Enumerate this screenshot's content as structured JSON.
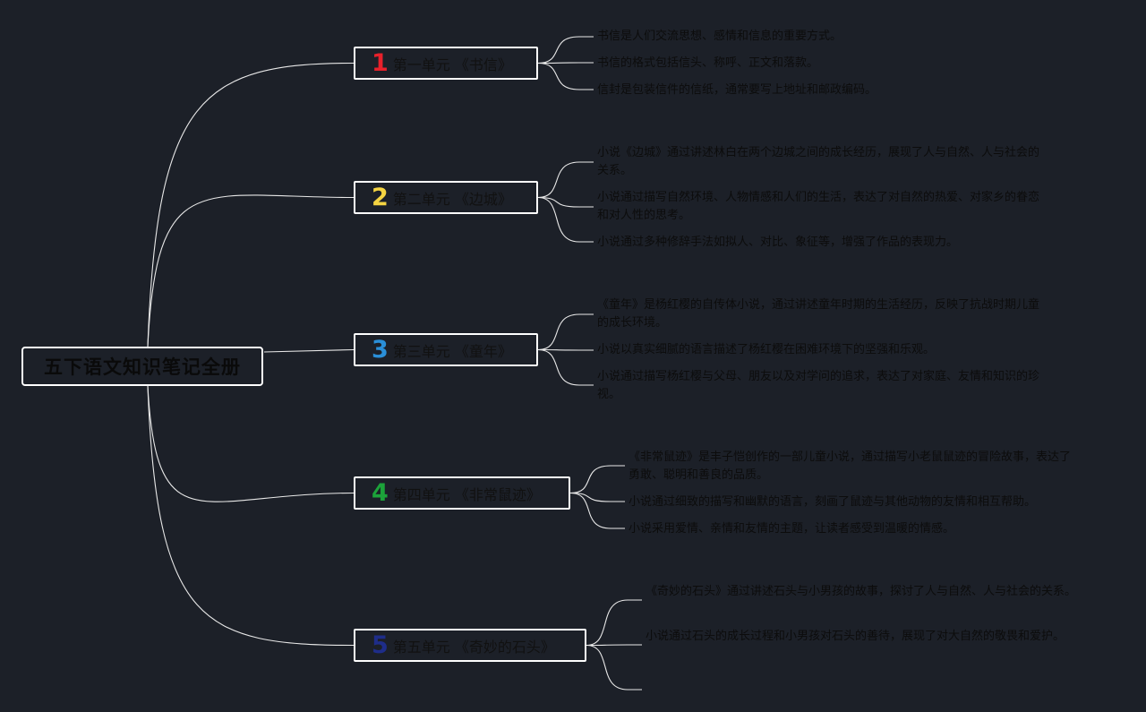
{
  "root": {
    "title": "五下语文知识笔记全册"
  },
  "units": [
    {
      "number": "1",
      "color": "#e8212b",
      "label": "第一单元 《书信》",
      "notes": [
        "书信是人们交流思想、感情和信息的重要方式。",
        "书信的格式包括信头、称呼、正文和落款。",
        "信封是包装信件的信纸，通常要写上地址和邮政编码。"
      ]
    },
    {
      "number": "2",
      "color": "#f5d442",
      "label": "第二单元 《边城》",
      "notes": [
        "小说《边城》通过讲述林白在两个边城之间的成长经历，展现了人与自然、人与社会的关系。",
        "小说通过描写自然环境、人物情感和人们的生活，表达了对自然的热爱、对家乡的眷恋和对人性的思考。",
        "小说通过多种修辞手法如拟人、对比、象征等，增强了作品的表现力。"
      ]
    },
    {
      "number": "3",
      "color": "#2a8fd8",
      "label": "第三单元 《童年》",
      "notes": [
        "《童年》是杨红樱的自传体小说，通过讲述童年时期的生活经历，反映了抗战时期儿童的成长环境。",
        "小说以真实细腻的语言描述了杨红樱在困难环境下的坚强和乐观。",
        "小说通过描写杨红樱与父母、朋友以及对学问的追求，表达了对家庭、友情和知识的珍视。"
      ]
    },
    {
      "number": "4",
      "color": "#1ca33a",
      "label": "第四单元 《非常鼠迹》",
      "notes": [
        "《非常鼠迹》是丰子恺创作的一部儿童小说，通过描写小老鼠鼠迹的冒险故事，表达了勇敢、聪明和善良的品质。",
        "小说通过细致的描写和幽默的语言，刻画了鼠迹与其他动物的友情和相互帮助。",
        "小说采用爱情、亲情和友情的主题，让读者感受到温暖的情感。"
      ]
    },
    {
      "number": "5",
      "color": "#1e2d8a",
      "label": "第五单元 《奇妙的石头》",
      "notes": [
        "《奇妙的石头》通过讲述石头与小男孩的故事，探讨了人与自然、人与社会的关系。",
        "小说通过石头的成长过程和小男孩对石头的善待，展现了对大自然的敬畏和爱护。"
      ]
    }
  ]
}
